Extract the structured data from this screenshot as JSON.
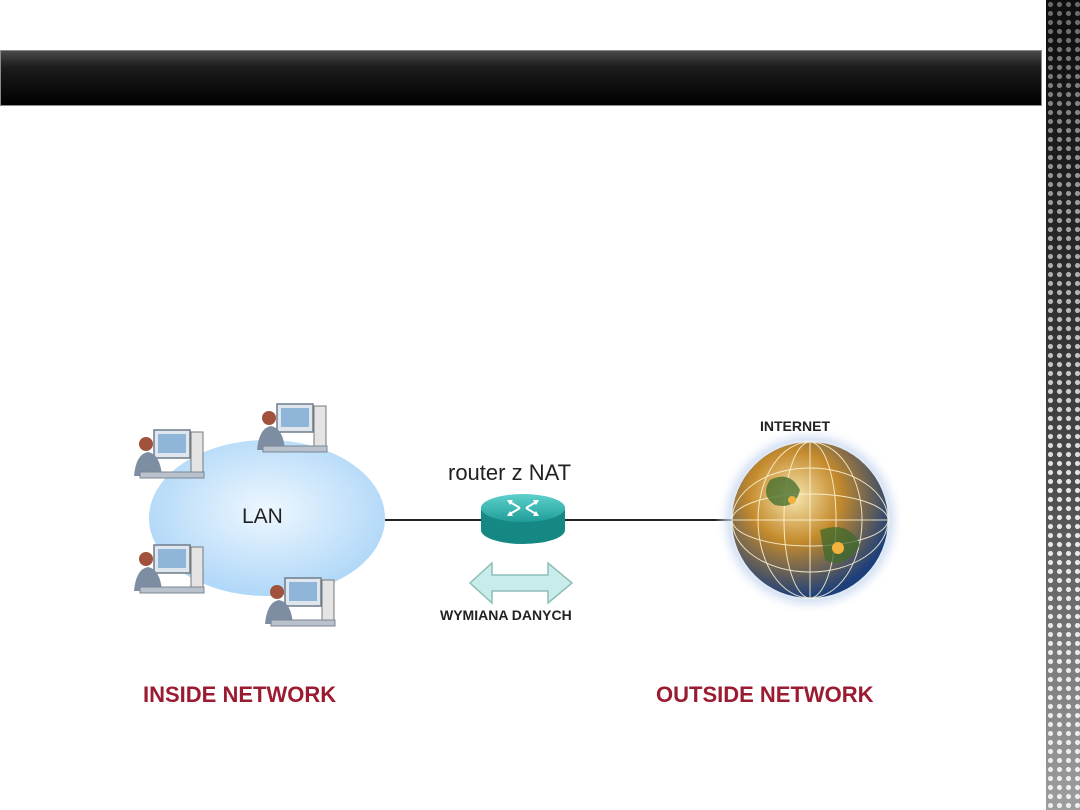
{
  "labels": {
    "lan": "LAN",
    "router": "router z NAT",
    "exchange": "WYMIANA DANYCH",
    "internet": "INTERNET",
    "inside": "INSIDE NETWORK",
    "outside": "OUTSIDE NETWORK"
  },
  "colors": {
    "lan_fill": "#bfe0fb",
    "router": "#1f9e9a",
    "arrow": "#c7ece9",
    "label_red": "#9b1b30"
  },
  "icons": {
    "workstations": "workstation-icon",
    "router": "router-icon",
    "globe": "globe-icon",
    "arrow": "double-arrow-icon"
  }
}
